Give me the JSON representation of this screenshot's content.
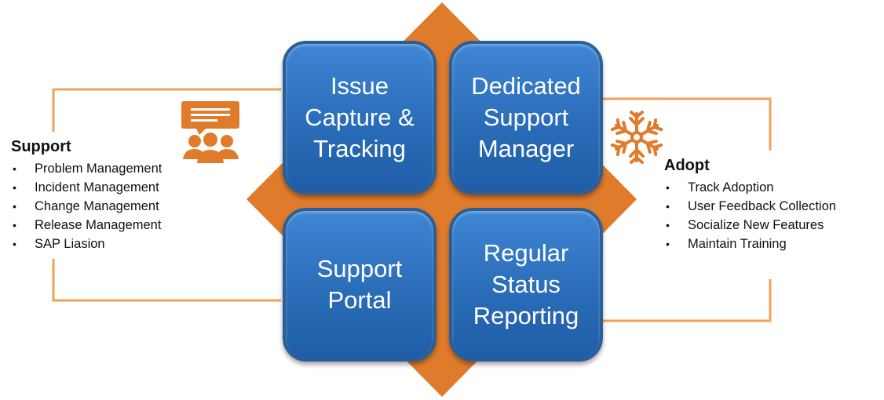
{
  "colors": {
    "accent_orange": "#e07b2b",
    "box_blue": "#2a6cb8",
    "box_border": "#2c5f96"
  },
  "boxes": {
    "issue": [
      "Issue",
      "Capture &",
      "Tracking"
    ],
    "manager": [
      "Dedicated",
      "Support",
      "Manager"
    ],
    "portal": [
      "Support",
      "Portal"
    ],
    "reporting": [
      "Regular",
      "Status",
      "Reporting"
    ]
  },
  "support": {
    "title": "Support",
    "items": [
      "Problem Management",
      "Incident Management",
      "Change Management",
      "Release Management",
      "SAP Liasion"
    ]
  },
  "adopt": {
    "title": "Adopt",
    "items": [
      "Track Adoption",
      "User Feedback Collection",
      "Socialize New Features",
      "Maintain Training"
    ]
  },
  "bullet": "•",
  "icons": {
    "support": "people-chat-icon",
    "adopt": "snowflake-icon"
  }
}
